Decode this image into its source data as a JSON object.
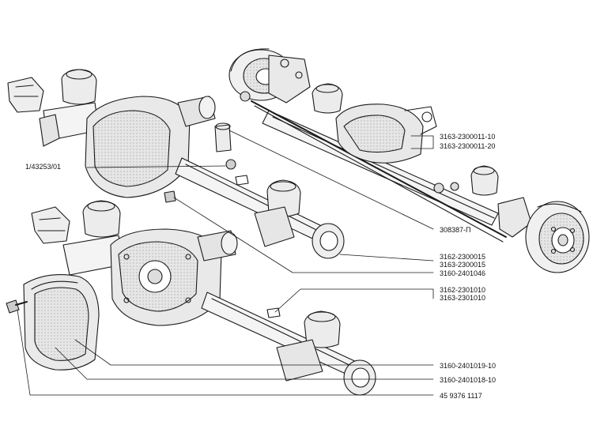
{
  "labels": {
    "front_axle_a": "3163-2300011-10",
    "front_axle_b": "3163-2300011-20",
    "breather": "1/43253/01",
    "link": "308387-П",
    "hub_a": "3162-2300015",
    "hub_b": "3163-2300015",
    "plug": "3160-2401046",
    "rear_axle_a": "3162-2301010",
    "rear_axle_b": "3163-2301010",
    "cover": "3160-2401019-10",
    "gasket": "3160-2401018-10",
    "bolt": "45  9376  1117"
  },
  "colors": {
    "line": "#1a1a1a",
    "shade": "#d9d9d9",
    "paper": "#ffffff"
  }
}
